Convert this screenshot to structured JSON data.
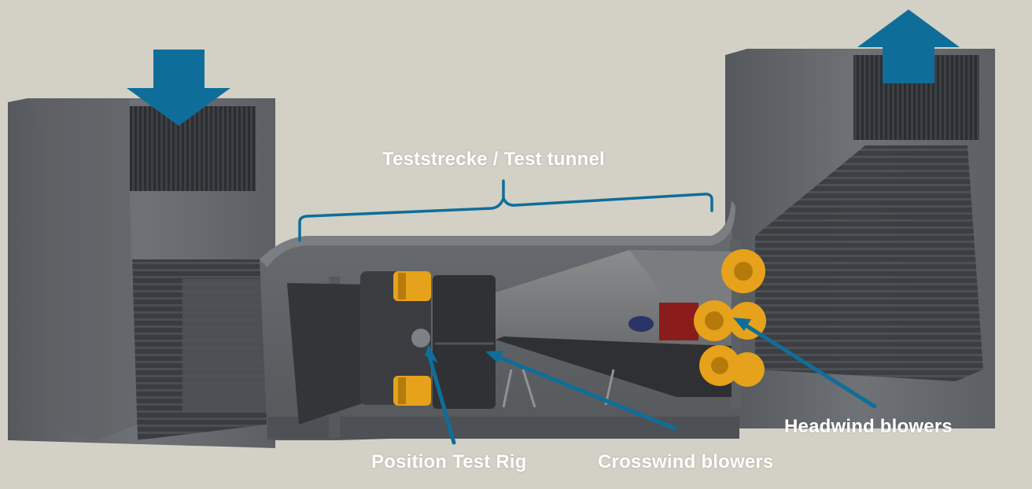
{
  "labels": {
    "tunnel": "Teststrecke  / Test tunnel",
    "position_rig": "Position Test Rig",
    "crosswind": "Crosswind blowers",
    "headwind": "Headwind blowers"
  },
  "icons": {
    "inflow": "arrow-down-icon",
    "outflow": "arrow-up-icon"
  },
  "colors": {
    "background": "#d3d0c6",
    "arrow": "#0f6e99",
    "label": "#ffffff",
    "concrete": "#6e7074",
    "blower": "#e6a21a"
  }
}
